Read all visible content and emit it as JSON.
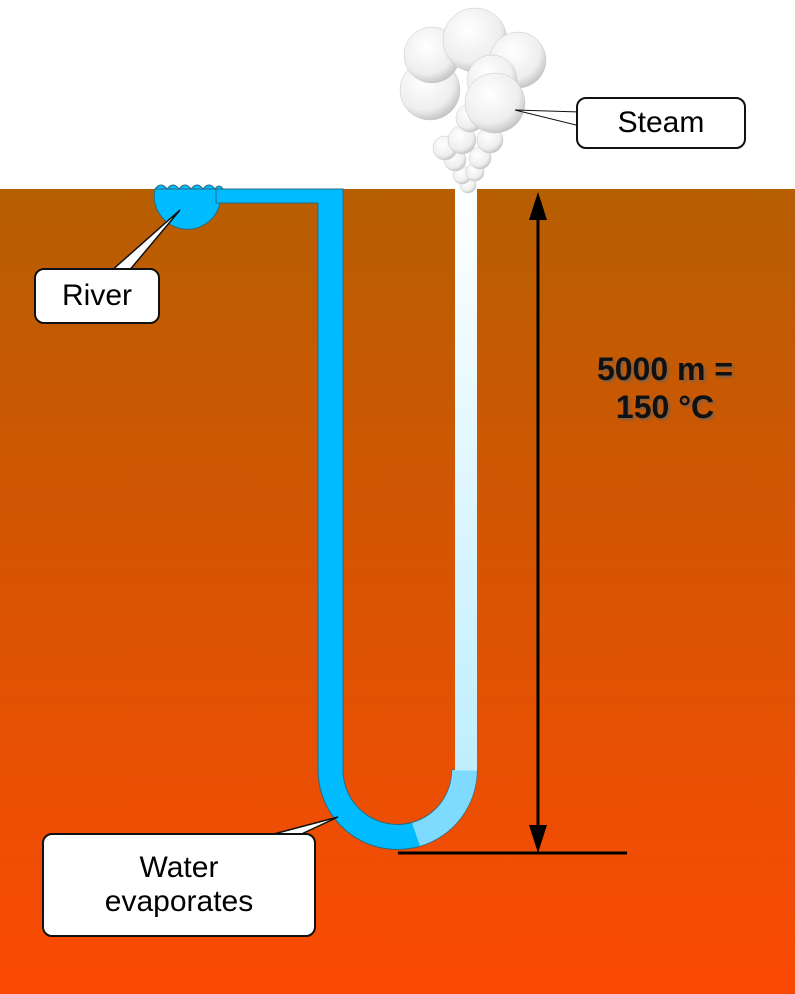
{
  "labels": {
    "steam": "Steam",
    "river": "River",
    "water_evaporates": "Water evaporates",
    "depth_line1": "5000 m =",
    "depth_line2": "150 °C"
  },
  "colors": {
    "ground_top": "#b65e02",
    "ground_bottom": "#fc4a04",
    "water": "#00bbff",
    "steam": "#ffffff"
  }
}
